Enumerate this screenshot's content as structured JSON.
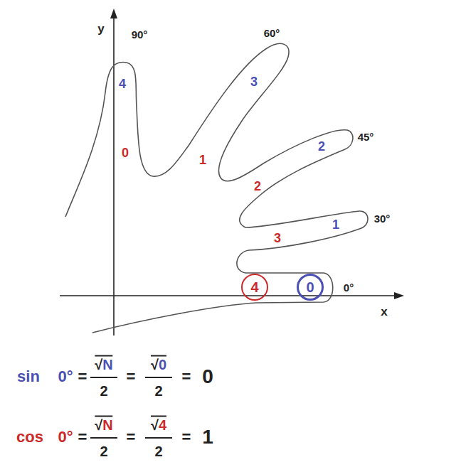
{
  "diagram": {
    "nodes": [
      {
        "text": [
          "4"
        ]
      },
      {
        "text": [
          "0"
        ]
      }
    ],
    "labels": [
      "y",
      "90°",
      "60°",
      "4",
      "3",
      "45°",
      "2",
      "0",
      "1",
      "2",
      "30°",
      "1",
      "3",
      "0°",
      "x",
      "sin",
      "0°",
      "=",
      "√N",
      "2",
      "=",
      "√0",
      "2",
      "=",
      "0",
      "cos",
      "0°",
      "=",
      "√N",
      "2",
      "=",
      "√4",
      "2",
      "=",
      "1"
    ]
  }
}
